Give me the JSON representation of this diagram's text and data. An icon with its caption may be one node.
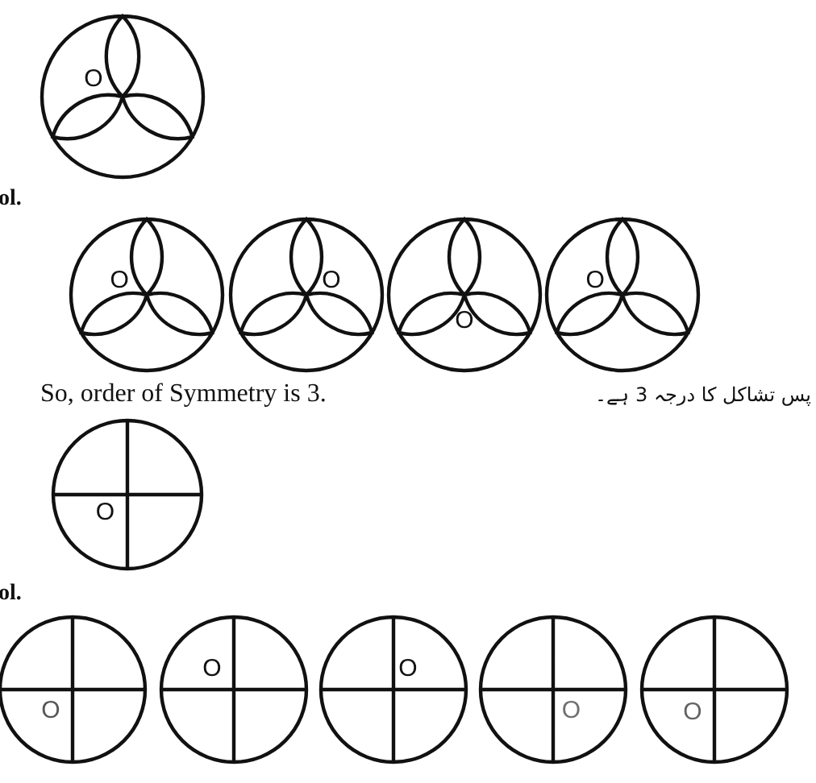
{
  "diagram": {
    "nodes": [
      {
        "text": [
          "O"
        ]
      },
      {
        "text": [
          "O"
        ]
      },
      {
        "text": [
          "O"
        ]
      },
      {
        "text": [
          "O"
        ]
      },
      {
        "text": [
          "O"
        ]
      },
      {
        "text": [
          "O"
        ]
      },
      {
        "text": [
          "O"
        ]
      },
      {
        "text": [
          "O"
        ]
      },
      {
        "text": [
          "O"
        ]
      },
      {
        "text": [
          "O"
        ]
      },
      {
        "text": [
          "O"
        ]
      }
    ],
    "edges": [],
    "labels": [
      "ol.",
      "So, order of Symmetry is 3.",
      "پس تشاکل کا درجہ 3 ہے۔",
      "ol."
    ]
  }
}
